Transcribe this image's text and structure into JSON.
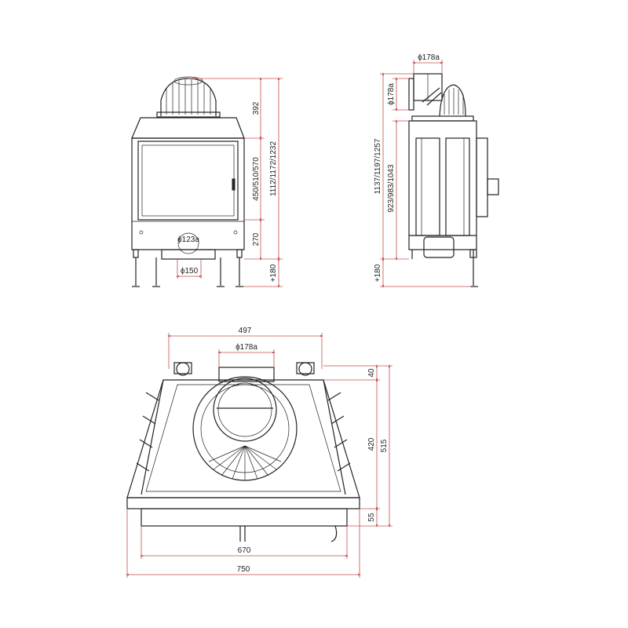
{
  "front_view": {
    "dims": {
      "height_top": "392",
      "height_window": "450/510/570",
      "height_total": "1112/1172/1232",
      "height_bottom": "270",
      "legs": "+180",
      "flue_diameter": "ϕ123a",
      "outlet_diameter": "ϕ150"
    }
  },
  "side_view": {
    "dims": {
      "top_diameter": "ϕ178a",
      "side_diameter": "ϕ178a",
      "height_total": "1137/1197/1257",
      "height_body": "923/983/1043",
      "legs": "+180"
    }
  },
  "top_view": {
    "dims": {
      "width_top": "497",
      "collar_diameter": "ϕ178a",
      "depth_front": "40",
      "depth_body": "420",
      "depth_total": "515",
      "depth_base": "55",
      "width_inner": "670",
      "width_total": "750"
    }
  },
  "colors": {
    "dimension_line": "#c0504d",
    "ink": "#222222"
  }
}
